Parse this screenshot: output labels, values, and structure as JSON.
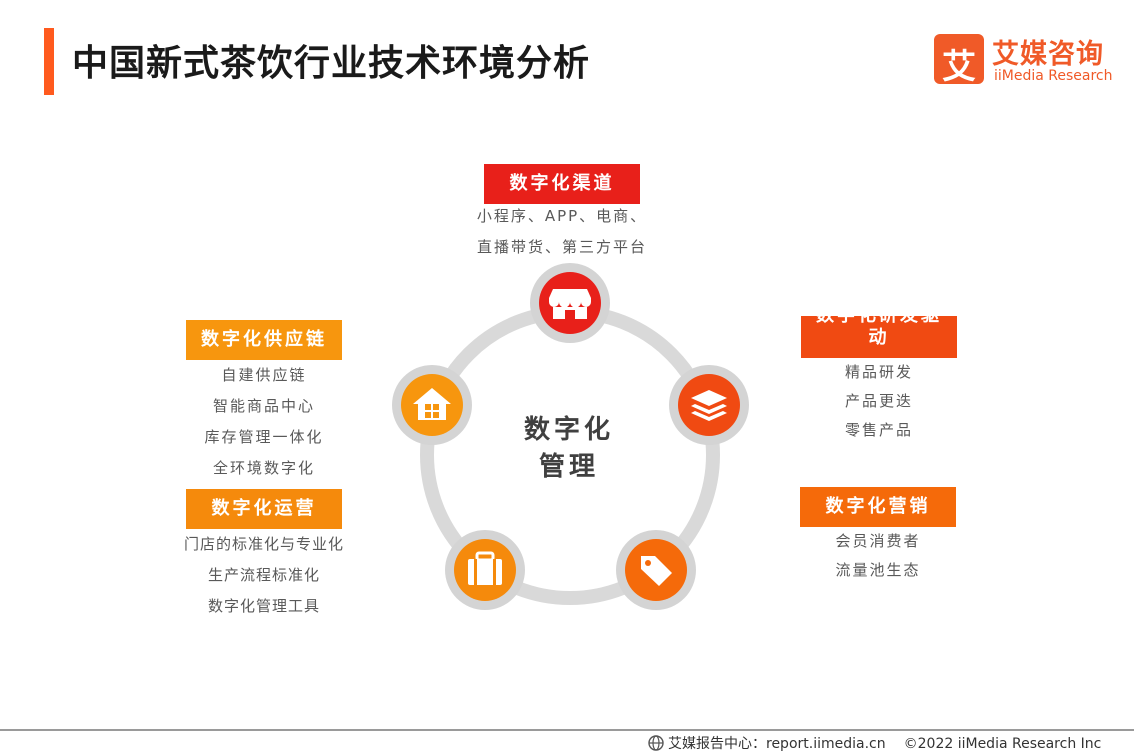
{
  "title": "中国新式茶饮行业技术环境分析",
  "logo": {
    "mark": "艾",
    "name_cn": "艾媒咨询",
    "name_en": "iiMedia Research"
  },
  "center_label": [
    "数字化",
    "管理"
  ],
  "nodes": [
    {
      "id": "channel",
      "tag": "数字化渠道",
      "items": [
        "小程序、APP、电商、",
        "直播带货、第三方平台"
      ],
      "icon": "storefront-icon",
      "color": "#e8201a"
    },
    {
      "id": "rd",
      "tag": "数字化研发驱动",
      "items": [
        "精品研发",
        "产品更迭",
        "零售产品"
      ],
      "icon": "layers-icon",
      "color": "#f04a12"
    },
    {
      "id": "marketing",
      "tag": "数字化营销",
      "items": [
        "会员消费者",
        "流量池生态"
      ],
      "icon": "price-tag-icon",
      "color": "#f56a0a"
    },
    {
      "id": "operation",
      "tag": "数字化运营",
      "items": [
        "门店的标准化与专业化",
        "生产流程标准化",
        "数字化管理工具"
      ],
      "icon": "briefcase-icon",
      "color": "#f58a0c"
    },
    {
      "id": "supply",
      "tag": "数字化供应链",
      "items": [
        "自建供应链",
        "智能商品中心",
        "库存管理一体化",
        "全环境数字化"
      ],
      "icon": "home-icon",
      "color": "#f7960e"
    }
  ],
  "footer": {
    "site": "艾媒报告中心：report.iimedia.cn",
    "copyright": "©2022  iiMedia Research  Inc"
  },
  "colors": {
    "accent": "#ff5a1e",
    "ring": "#d9d9d9"
  }
}
